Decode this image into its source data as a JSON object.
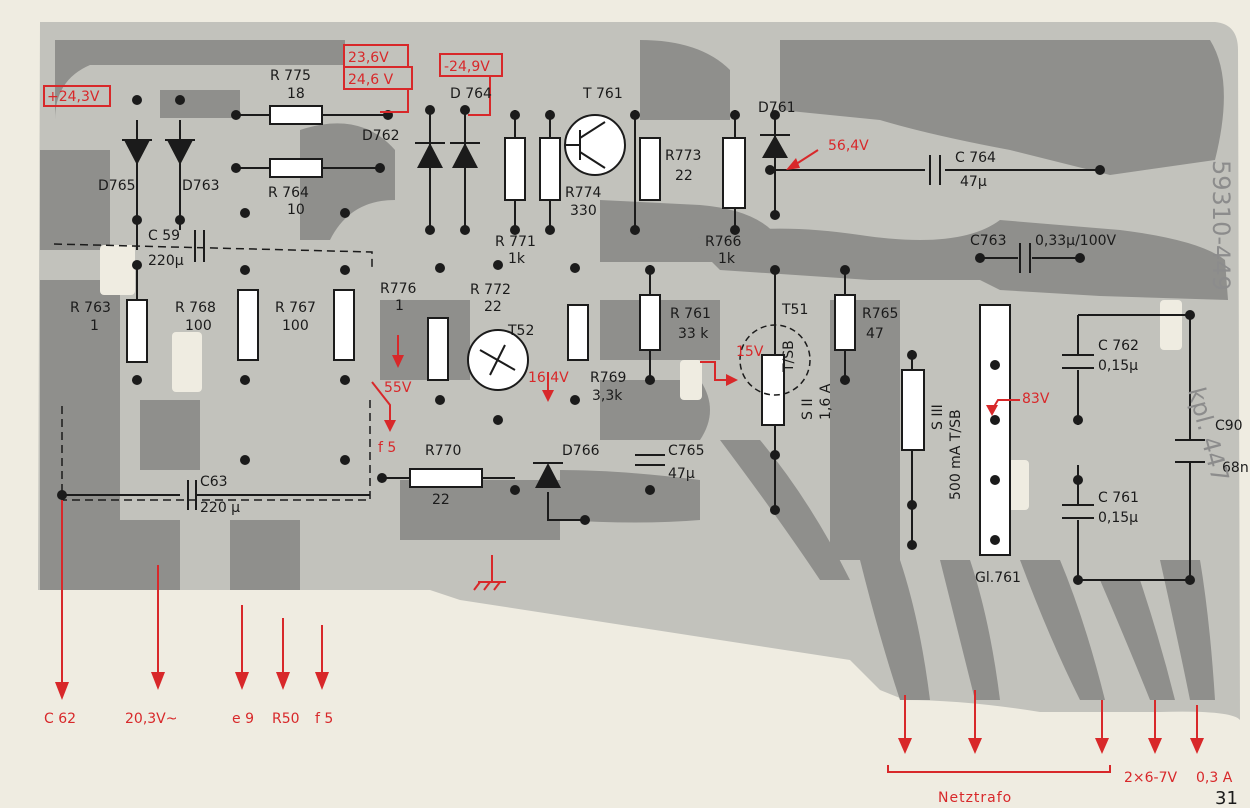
{
  "voltages": {
    "v_d765": "+24,3V",
    "v_boxA": "23,6V",
    "v_boxB": "24,6 V",
    "v_d764": "-24,9V",
    "v_d761": "56,4V",
    "v_55": "55V",
    "v_164": "16,4V",
    "v_15": "15V",
    "v_83": "83V"
  },
  "components": {
    "d765": "D765",
    "d763": "D763",
    "r775": "R 775",
    "r775_val": "18",
    "d762": "D762",
    "d764": "D 764",
    "r764": "R 764",
    "r764_val": "10",
    "t761": "T 761",
    "d761": "D761",
    "r773": "R773",
    "r773_val": "22",
    "r774": "R774",
    "r774_val": "330",
    "c764": "C 764",
    "c764_val": "47µ",
    "c59": "C 59",
    "c59_val": "220µ",
    "r771": "R 771",
    "r771_val": "1k",
    "r766": "R766",
    "r766_val": "1k",
    "c763": "C763",
    "c763_val": "0,33µ/100V",
    "r763": "R 763",
    "r763_val": "1",
    "r768": "R 768",
    "r768_val": "100",
    "r767": "R 767",
    "r767_val": "100",
    "r776": "R776",
    "r776_val": "1",
    "r772": "R 772",
    "r772_val": "22",
    "t52": "T52",
    "r761": "R 761",
    "r761_val": "33 k",
    "t51": "T51",
    "t51_sb": "T/SB",
    "r765": "R765",
    "r765_val": "47",
    "c762": "C 762",
    "c762_val": "0,15µ",
    "c90": "C90",
    "c90_val": "68n",
    "r769": "R769",
    "r769_val": "3,3k",
    "s2": "S II",
    "s2_val": "1,6 A",
    "s3": "S III",
    "s3_val": "500 mA  T/SB",
    "c761": "C 761",
    "c761_val": "0,15µ",
    "r770": "R770",
    "r770_val": "22",
    "d766": "D766",
    "c765": "C765",
    "c765_val": "47µ",
    "c63": "C63",
    "c63_val": "220 µ",
    "gl761": "Gl.761",
    "f5_inner": "f 5"
  },
  "connections": {
    "c62": "C 62",
    "v203": "20,3V~",
    "e9": "e 9",
    "r50": "R50",
    "f5": "f 5",
    "netztrafo": "Netztrafo",
    "v67": "2×6-7V",
    "a03": "0,3 A"
  },
  "side_text": {
    "code": "59310-449",
    "kpl": "kpl. 447"
  },
  "page_number": "31",
  "colors": {
    "annotation": "#d8282a",
    "copper": "#8f8f8c",
    "board": "#c2c2bc",
    "paper": "#efece1"
  }
}
